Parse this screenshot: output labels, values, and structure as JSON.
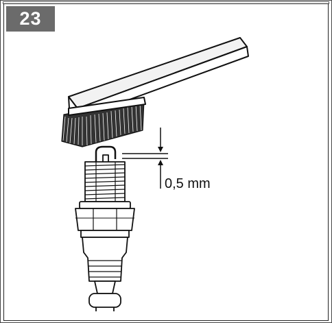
{
  "figure": {
    "step_number": "23",
    "gap_label": "0,5 mm",
    "items": {
      "brush": "wire-brush",
      "spark_plug": "spark-plug"
    },
    "colors": {
      "badge_background": "#6b6b6b",
      "badge_text": "#ffffff",
      "line_art": "#111111"
    }
  }
}
